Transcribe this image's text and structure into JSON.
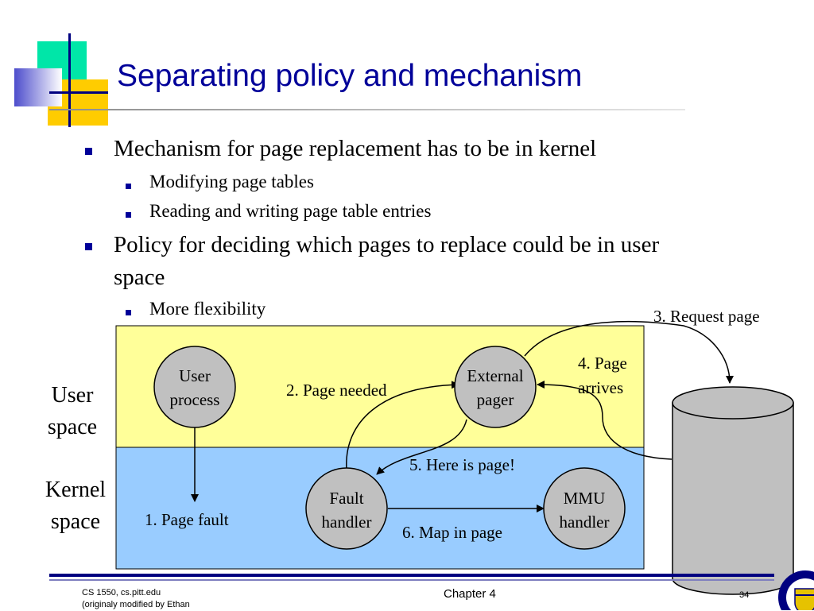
{
  "slide": {
    "title": "Separating policy and mechanism",
    "bullets": [
      {
        "text": "Mechanism for page replacement has to be in kernel",
        "sub": [
          "Modifying page tables",
          "Reading and writing page table entries"
        ]
      },
      {
        "text_line1": "Policy for deciding which pages to replace could be in user",
        "text_line2": "space",
        "sub": [
          "More flexibility"
        ]
      }
    ]
  },
  "diagram": {
    "regions": {
      "user_label_line1": "User",
      "user_label_line2": "space",
      "kernel_label_line1": "Kernel",
      "kernel_label_line2": "space"
    },
    "nodes": {
      "user_process": [
        "User",
        "process"
      ],
      "external_pager": [
        "External",
        "pager"
      ],
      "fault_handler": [
        "Fault",
        "handler"
      ],
      "mmu_handler": [
        "MMU",
        "handler"
      ]
    },
    "steps": {
      "s1": "1. Page fault",
      "s2": "2. Page needed",
      "s3": "3. Request page",
      "s4_line1": "4. Page",
      "s4_line2": "arrives",
      "s5": "5. Here is page!",
      "s6": "6. Map in page"
    },
    "colors": {
      "user_space": "#ffff99",
      "kernel_space": "#99ccff",
      "node": "#c0c0c0",
      "accent": "#000099"
    }
  },
  "footer": {
    "course_line1": "CS 1550, cs.pitt.edu",
    "course_line2": "(originaly modified by Ethan",
    "chapter": "Chapter 4",
    "page": "34"
  }
}
